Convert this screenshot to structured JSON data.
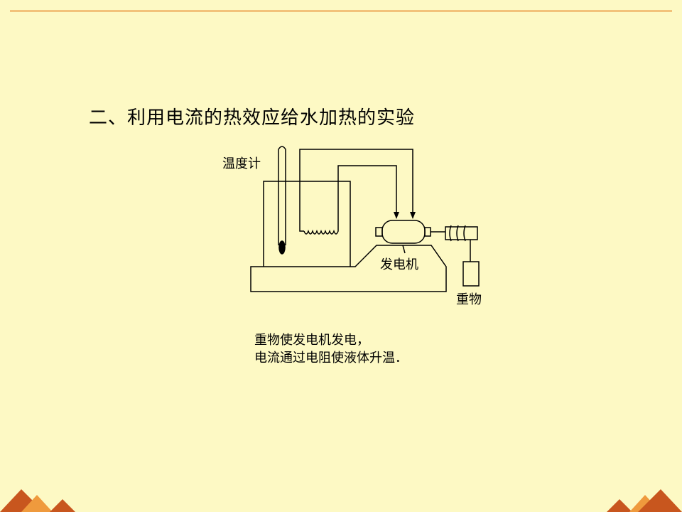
{
  "slide": {
    "title": "二、利用电流的热效应给水加热的实验"
  },
  "diagram": {
    "labels": {
      "thermometer": "温度计",
      "generator": "发电机",
      "weight": "重物"
    }
  },
  "caption": {
    "line1": "重物使发电机发电，",
    "line2": "电流通过电阻使液体升温．"
  },
  "colors": {
    "background": "#fdf9c4",
    "accent_rule": "#f2c27a",
    "corner_dark": "#c8561e",
    "corner_light": "#ef9a3d"
  }
}
